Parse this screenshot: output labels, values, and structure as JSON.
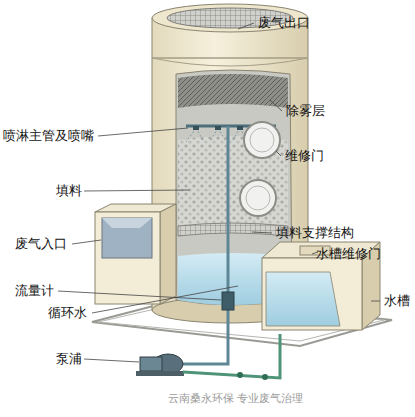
{
  "diagram": {
    "labels": [
      "废气出口",
      "除雾层",
      "喷淋主管及喷嘴",
      "维修门",
      "填料",
      "废气入口",
      "填料支撑结构",
      "水槽维修门",
      "流量计",
      "水槽",
      "循环水",
      "泵浦",
      "云南桑永环保 专业废气治理"
    ]
  }
}
